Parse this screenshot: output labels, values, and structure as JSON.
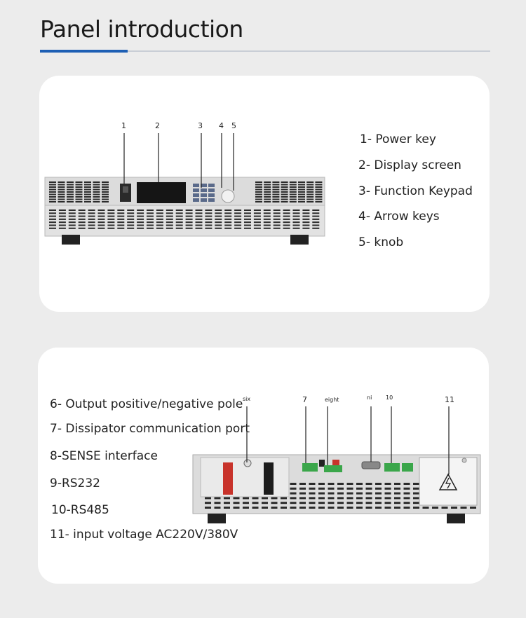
{
  "page": {
    "title": "Panel introduction"
  },
  "front_panel": {
    "callouts": [
      "1",
      "2",
      "3",
      "4",
      "5"
    ],
    "labels": [
      "1- Power key",
      "2- Display screen",
      "3- Function Keypad",
      "4- Arrow keys",
      "5- knob"
    ]
  },
  "rear_panel": {
    "callouts": [
      "six",
      "7",
      "eight",
      "ni",
      "10",
      "11"
    ],
    "labels": [
      "6- Output positive/negative pole",
      "7- Dissipator communication port",
      "8-SENSE interface",
      "9-RS232",
      "10-RS485",
      "11- input voltage AC220V/380V"
    ]
  },
  "colors": {
    "accent": "#1e5fb4",
    "chassis": "#d9d9d9",
    "vent": "#2b2b2b",
    "terminal_positive": "#c8332b",
    "terminal_negative": "#1c1c1c",
    "connector": "#3aa64a"
  },
  "icons": [
    "high-voltage-warning-icon"
  ]
}
